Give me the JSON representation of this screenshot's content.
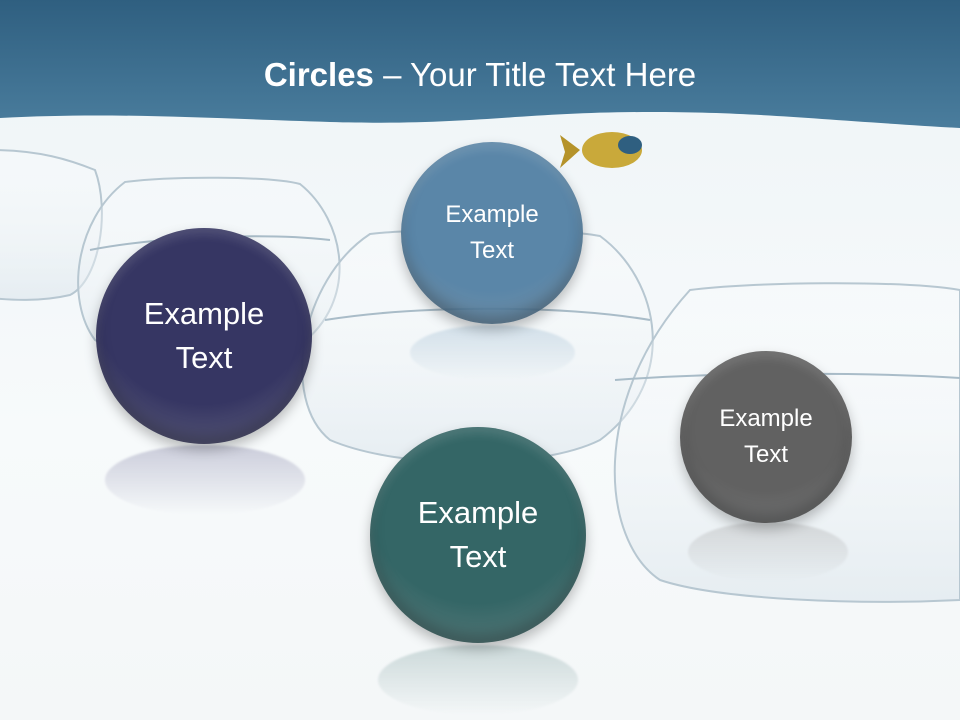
{
  "slide": {
    "title_bold": "Circles",
    "title_rest": " – Your Title Text Here"
  },
  "circles": [
    {
      "label": "Example\nText",
      "color": "#363663"
    },
    {
      "label": "Example\nText",
      "color": "#5a86a8"
    },
    {
      "label": "Example\nText",
      "color": "#346666"
    },
    {
      "label": "Example\nText",
      "color": "#616161"
    }
  ],
  "colors": {
    "header": "#3c6c8c",
    "background": "#eef4f7"
  }
}
